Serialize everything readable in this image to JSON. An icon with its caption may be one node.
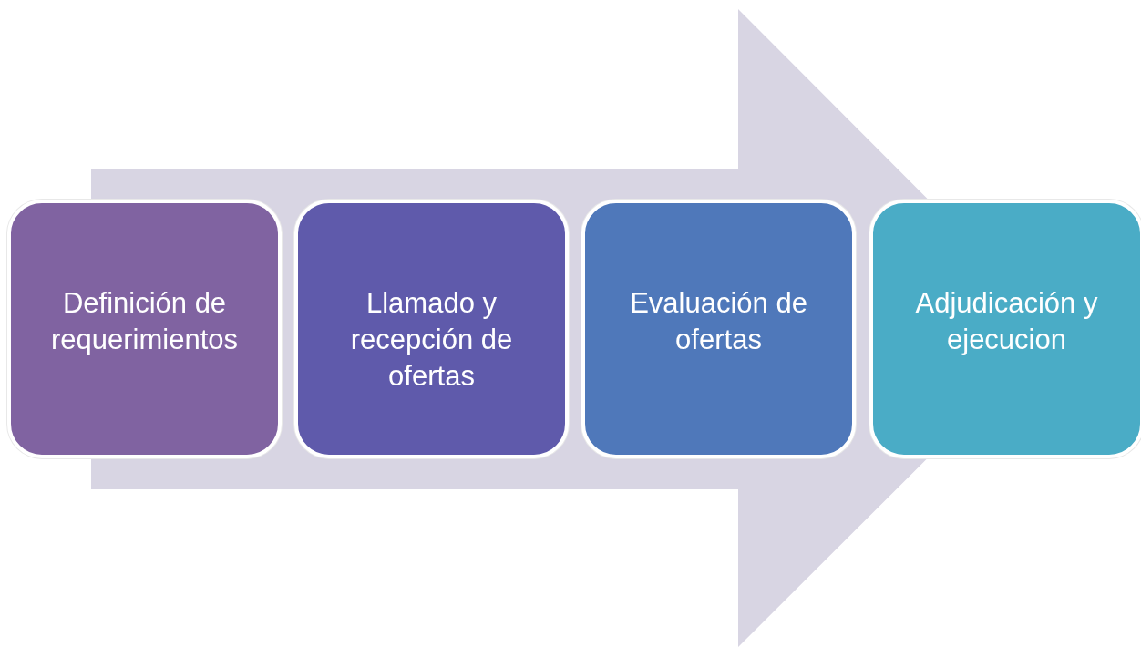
{
  "diagram": {
    "nodes": [
      {
        "text": [
          "Definición de requerimientos"
        ]
      },
      {
        "text": [
          "Llamado y recepción de ofertas"
        ]
      },
      {
        "text": [
          "Evaluación de ofertas"
        ]
      },
      {
        "text": [
          "Adjudicación y ejecucion"
        ]
      }
    ],
    "edges": [
      {
        "from": 0,
        "to": 3,
        "arrow": "to"
      }
    ]
  }
}
